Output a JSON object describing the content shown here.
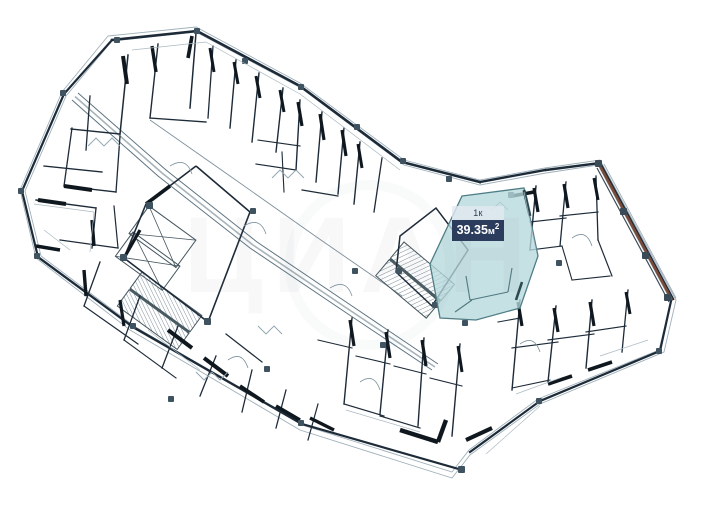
{
  "document": {
    "type": "residential-floor-plan",
    "title": "Floor plan with highlighted apartment",
    "background_color": "#ffffff"
  },
  "watermark": {
    "text": "ЦИАН",
    "ring": true,
    "opacity": "0.05"
  },
  "highlighted_apartment": {
    "rooms_label": "1к",
    "area_value": "39.35",
    "area_unit": "м",
    "area_superscript": "2",
    "area_full": "39.35м2",
    "fill_color": "#b6d8dc",
    "stroke_color": "#4f7d86",
    "rooms_badge_color": "#e1e9f0",
    "area_badge_color": "#2b3c5c",
    "area_badge_text_color": "#ffffff"
  },
  "colors": {
    "wall_dark": "#1d2a38",
    "wall_mid": "#3f5260",
    "wall_light": "#8fa3ad",
    "hairline": "#aab9c2",
    "facade_accent": "#7a4a38",
    "column_node": "#4a5b68",
    "hatch": "#6b7f8b"
  },
  "legend": {
    "facade_accent_note": "orange-brown facade line on right wing",
    "stair_cores": 2,
    "elevator_shafts": 1
  }
}
